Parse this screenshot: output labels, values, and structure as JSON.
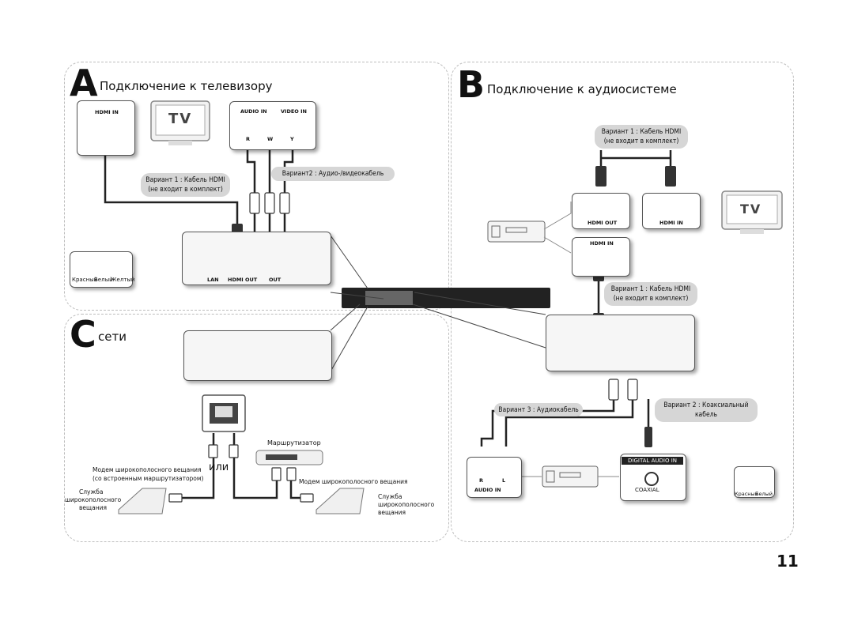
{
  "section_a": {
    "letter": "A",
    "title": "Подключение к телевизору"
  },
  "section_b": {
    "letter": "B",
    "title": "Подключение к аудиосистеме"
  },
  "section_c": {
    "letter": "C",
    "title": "сети"
  },
  "a": {
    "hdmi_in": "HDMI IN",
    "tv": "TV",
    "audio_in": "AUDIO IN",
    "video_in": "VIDEO IN",
    "variant1_line1": "Вариант 1 : Кабель HDMI",
    "variant1_line2": "(не входит в комплект)",
    "variant2": "Вариант2 : Аудио-/видеокабель",
    "legend_red": "Красный",
    "legend_white": "Белый",
    "legend_yellow": "Желтый",
    "port_r": "R",
    "port_w": "W",
    "port_y": "Y",
    "lan": "LAN",
    "hdmi_out": "HDMI OUT",
    "out": "OUT"
  },
  "b": {
    "variant1_line1": "Вариант 1 : Кабель HDMI",
    "variant1_line2": "(не входит в комплект)",
    "hdmi_out": "HDMI OUT",
    "hdmi_in": "HDMI IN",
    "hdmi_in_receiver": "HDMI IN",
    "tv": "TV",
    "variant1b_line1": "Вариант 1 : Кабель HDMI",
    "variant1b_line2": "(не входит в комплект)",
    "variant3": "Вариант 3 : Аудиокабель",
    "variant2_line1": "Вариант 2 : Коаксиальный",
    "variant2_line2": "кабель",
    "audio_in": "AUDIO IN",
    "digital_audio_in": "DIGITAL AUDIO IN",
    "coaxial": "COAXIAL",
    "legend_red": "Красный",
    "legend_white": "Белый",
    "port_r": "R",
    "port_l": "L"
  },
  "c": {
    "router": "Маршрутизатор",
    "modem1_line1": "Модем широкополосного вещания",
    "modem1_line2": "(со встроенным маршрутизатором)",
    "or": "или",
    "modem2": "Модем широкополосного вещания",
    "service1_line1": "Служба",
    "service1_line2": "широкополосного",
    "service1_line3": "вещания",
    "service2_line1": "Служба",
    "service2_line2": "широкополосного",
    "service2_line3": "вещания"
  },
  "page_number": "11",
  "colors": {
    "panel_border": "#bdbdbd",
    "pill_bg": "#d6d6d6",
    "cable": "#222222",
    "device_bg": "#eeeeee"
  }
}
